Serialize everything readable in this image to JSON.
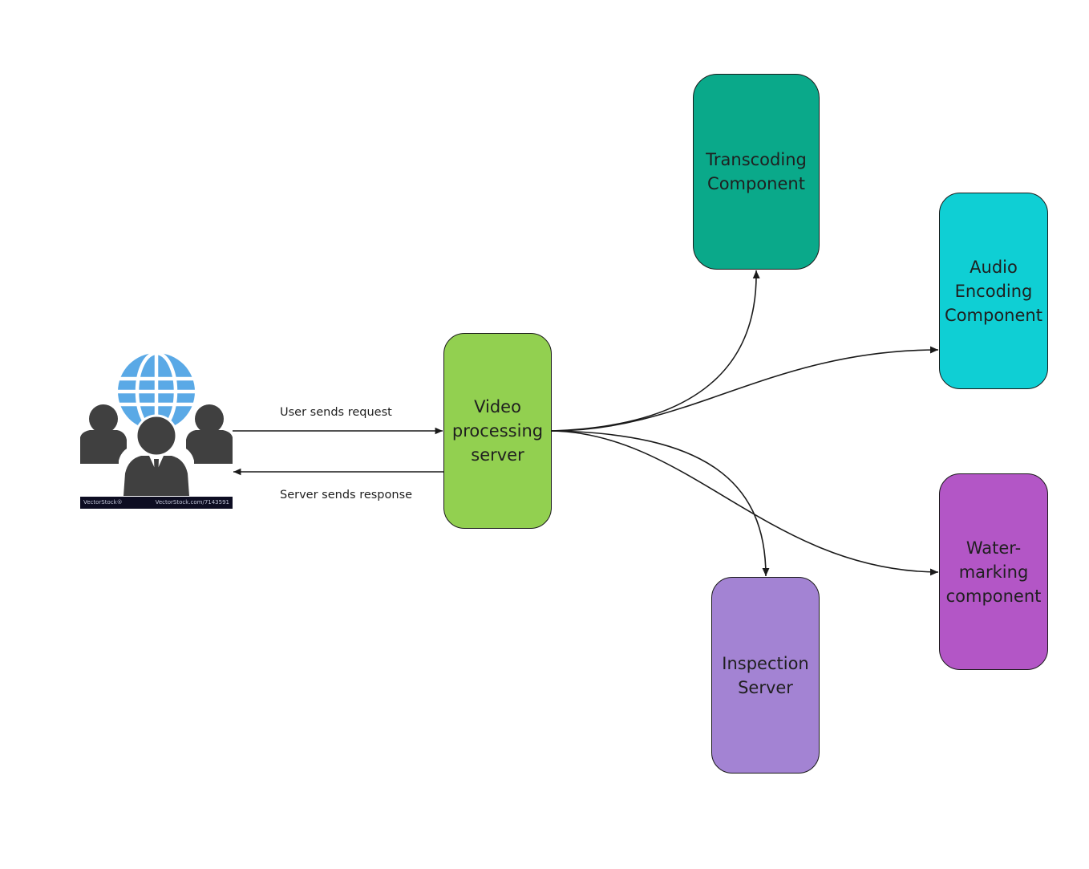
{
  "nodes": {
    "video": {
      "label": "Video\nprocessing\nserver",
      "color": "#92d050"
    },
    "transcoding": {
      "label": "Transcoding\nComponent",
      "color": "#0aa98a"
    },
    "audio": {
      "label": "Audio\nEncoding\nComponent",
      "color": "#0fcfd4"
    },
    "watermark": {
      "label": "Water-\nmarking\ncomponent",
      "color": "#b356c6"
    },
    "inspection": {
      "label": "Inspection\nServer",
      "color": "#a383d3"
    }
  },
  "edges": {
    "request_label": "User sends request",
    "response_label": "Server sends response"
  },
  "users_icon": {
    "icon": "users-globe-icon",
    "globe_color": "#5aa9e6",
    "person_color": "#404040",
    "watermark_left": "VectorStock®",
    "watermark_right": "VectorStock.com/7143591"
  }
}
